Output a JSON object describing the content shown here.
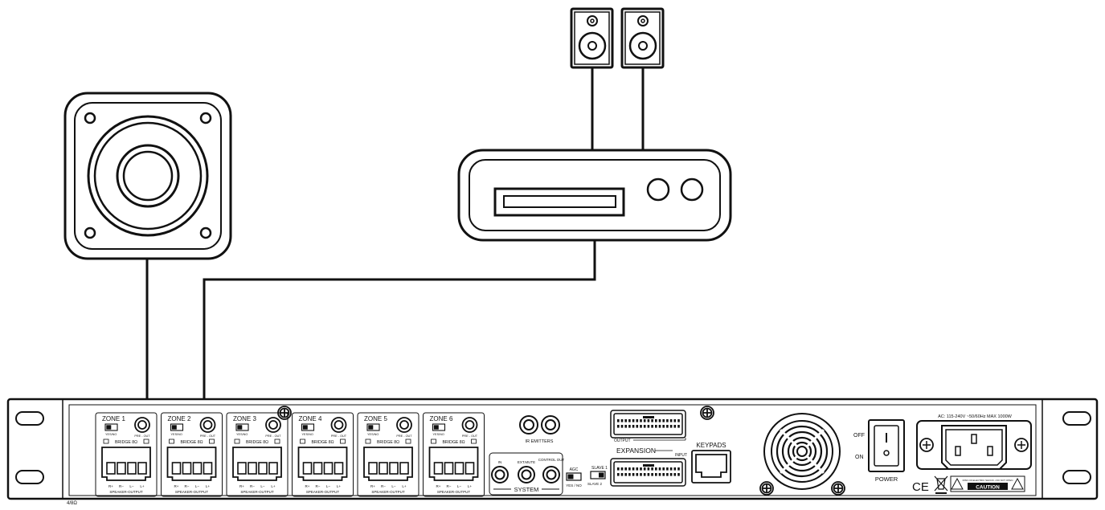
{
  "zones": [
    {
      "name": "ZONE 1",
      "switch_label": "YES/NO",
      "preout_label": "PRE - OUT",
      "bridge_label": "BRIDGE 8Ω",
      "terminals": [
        "R+",
        "R−",
        "L−",
        "L+"
      ],
      "output_label": "SPEAKER-OUTPUT"
    },
    {
      "name": "ZONE 2",
      "switch_label": "YES/NO",
      "preout_label": "PRE - OUT",
      "bridge_label": "BRIDGE 8Ω",
      "terminals": [
        "R+",
        "R−",
        "L−",
        "L+"
      ],
      "output_label": "SPEAKER-OUTPUT"
    },
    {
      "name": "ZONE 3",
      "switch_label": "YES/NO",
      "preout_label": "PRE - OUT",
      "bridge_label": "BRIDGE 8Ω",
      "terminals": [
        "R+",
        "R−",
        "L−",
        "L+"
      ],
      "output_label": "SPEAKER-OUTPUT"
    },
    {
      "name": "ZONE 4",
      "switch_label": "YES/NO",
      "preout_label": "PRE - OUT",
      "bridge_label": "BRIDGE 8Ω",
      "terminals": [
        "R+",
        "R−",
        "L−",
        "L+"
      ],
      "output_label": "SPEAKER-OUTPUT"
    },
    {
      "name": "ZONE 5",
      "switch_label": "YES/NO",
      "preout_label": "PRE - OUT",
      "bridge_label": "BRIDGE 8Ω",
      "terminals": [
        "R+",
        "R−",
        "L−",
        "L+"
      ],
      "output_label": "SPEAKER-OUTPUT"
    },
    {
      "name": "ZONE 6",
      "switch_label": "YES/NO",
      "preout_label": "PRE - OUT",
      "bridge_label": "BRIDGE 8Ω",
      "terminals": [
        "R+",
        "R−",
        "L−",
        "L+"
      ],
      "output_label": "SPEAKER-OUTPUT"
    }
  ],
  "ir_emitters_label": "IR EMITTERS",
  "system": {
    "label": "SYSTEM",
    "jacks": [
      "IN",
      "EXT.MUTE",
      "CONTROL OUT"
    ]
  },
  "switches": {
    "agc_label": "AGC",
    "agc_options": "YES / NO",
    "slave1_label": "SLAVE 1",
    "slave2_label": "SLAVE 2"
  },
  "expansion": {
    "label": "EXPANSION",
    "output_label": "OUTPUT",
    "input_label": "INPUT"
  },
  "keypads_label": "KEYPADS",
  "power": {
    "label": "POWER",
    "off_label": "OFF",
    "on_label": "ON"
  },
  "ac_rating": "AC: 115-240V ~50/60Hz MAX 1000W",
  "ce_mark": "CE",
  "caution_label": "CAUTION",
  "caution_fine_print": "RISK OF ELECTRIC SHOCK • DO NOT OPEN",
  "corner_code": "4/8Ω",
  "icons": [
    "speaker-icon",
    "bookshelf-speaker-icon",
    "media-player-icon",
    "fan-icon",
    "power-switch-icon",
    "iec-inlet-icon",
    "screw-icon",
    "weee-bin-icon",
    "warning-triangle-icon",
    "ethernet-port-icon"
  ]
}
